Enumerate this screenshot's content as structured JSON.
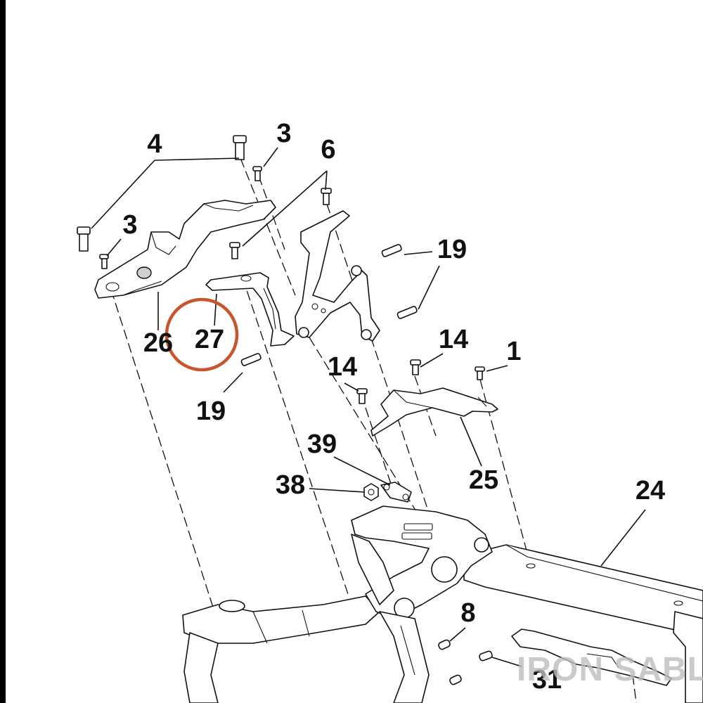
{
  "callouts": [
    {
      "id": "4",
      "label": "4"
    },
    {
      "id": "3a",
      "label": "3"
    },
    {
      "id": "3b",
      "label": "3"
    },
    {
      "id": "6",
      "label": "6"
    },
    {
      "id": "19a",
      "label": "19"
    },
    {
      "id": "19b",
      "label": "19"
    },
    {
      "id": "26",
      "label": "26"
    },
    {
      "id": "27",
      "label": "27"
    },
    {
      "id": "14a",
      "label": "14"
    },
    {
      "id": "14b",
      "label": "14"
    },
    {
      "id": "1",
      "label": "1"
    },
    {
      "id": "39",
      "label": "39"
    },
    {
      "id": "38",
      "label": "38"
    },
    {
      "id": "25",
      "label": "25"
    },
    {
      "id": "24",
      "label": "24"
    },
    {
      "id": "8",
      "label": "8"
    },
    {
      "id": "31",
      "label": "31"
    }
  ],
  "highlight": {
    "target": "27",
    "color": "#c8552c"
  },
  "watermark": "IRON SABLE"
}
